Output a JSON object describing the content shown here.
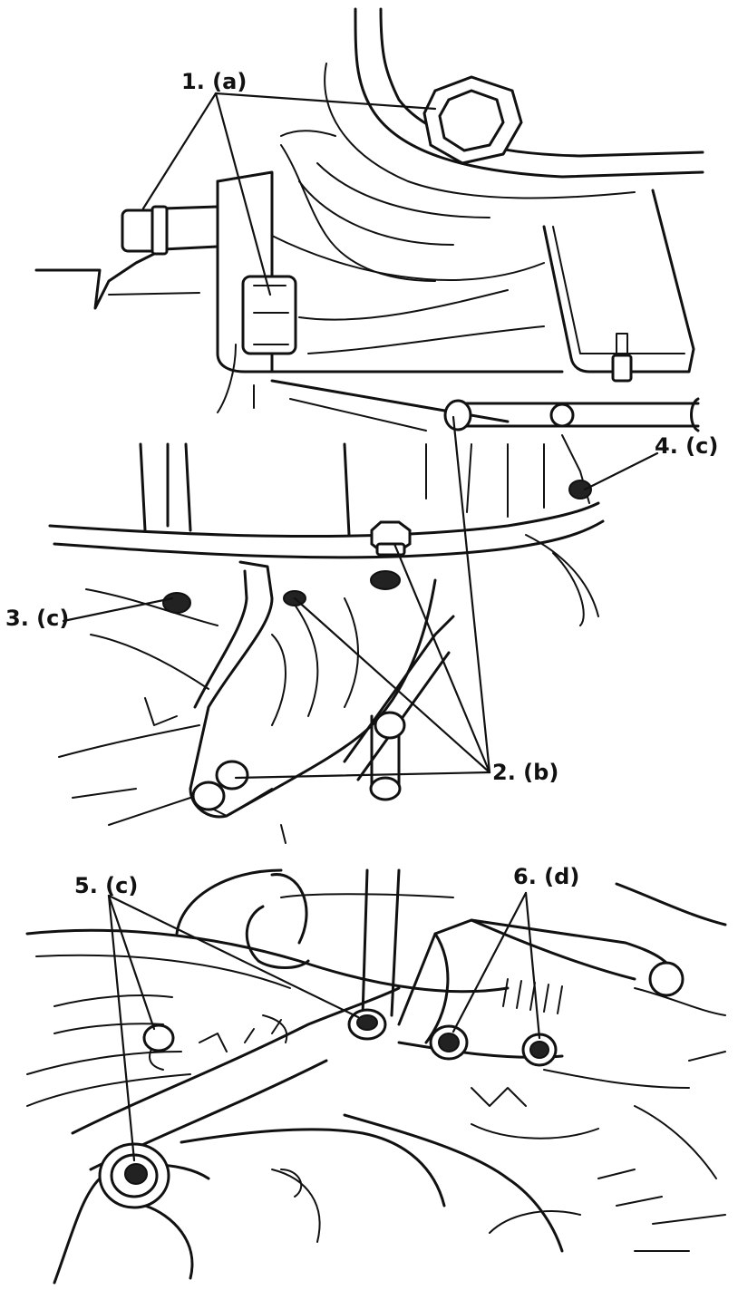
{
  "callouts": {
    "c1": "1. (a)",
    "c2": "2. (b)",
    "c3": "3. (c)",
    "c4": "4. (c)",
    "c5": "5. (c)",
    "c6": "6. (d)"
  },
  "icons": [
    "bolt-icon",
    "nut-icon"
  ]
}
